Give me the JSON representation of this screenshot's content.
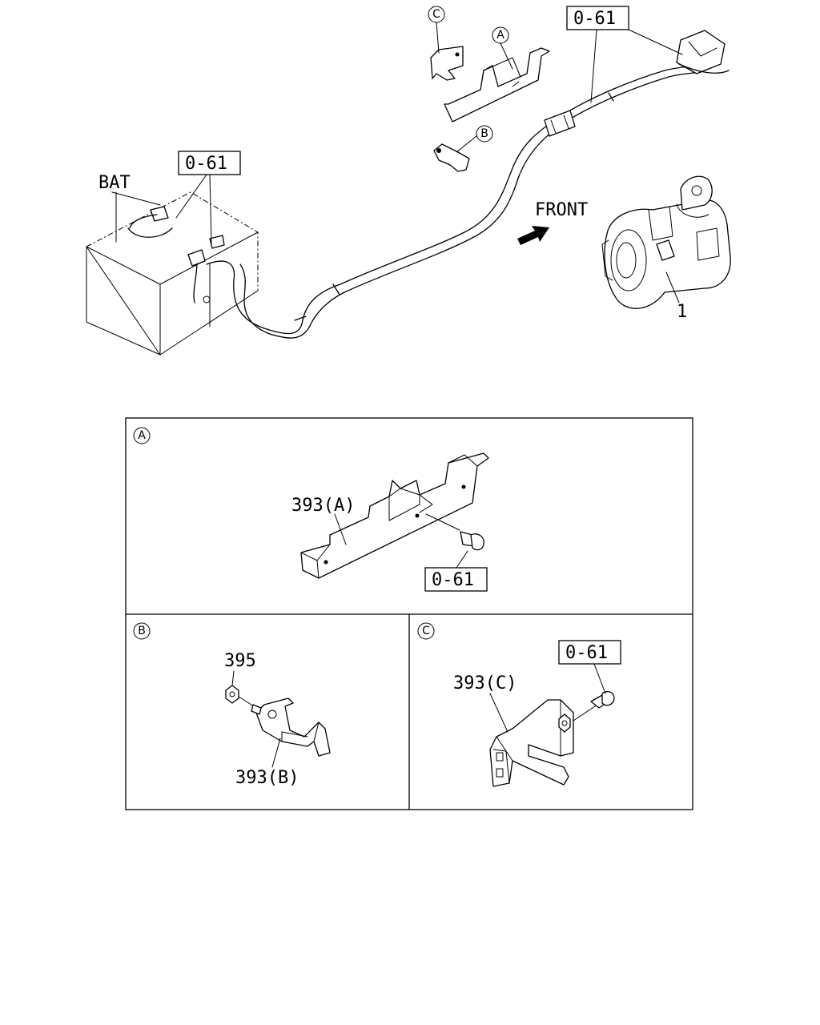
{
  "labels": {
    "bat": "BAT",
    "front": "FRONT",
    "ref": "0-61",
    "part_1": "1",
    "part_393a": "393(A)",
    "part_393b": "393(B)",
    "part_393c": "393(C)",
    "part_395": "395"
  },
  "callouts": {
    "a": "A",
    "b": "B",
    "c": "C"
  },
  "panels": {
    "a_title": "A",
    "b_title": "B",
    "c_title": "C"
  }
}
